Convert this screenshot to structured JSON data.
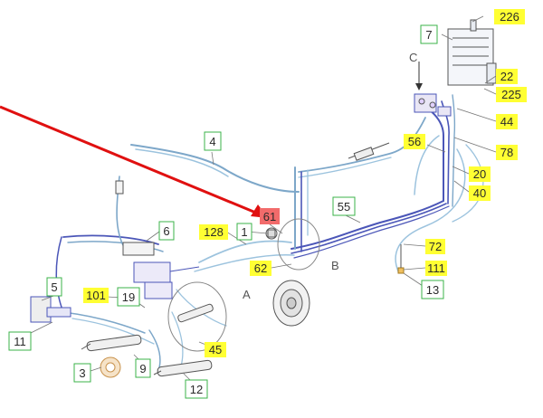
{
  "diagram": {
    "colors": {
      "callout_highlight": "#ffff33",
      "callout_selected": "#f26b6b",
      "callout_box_border": "#3bb34a",
      "callout_text": "#2a2a2a",
      "hose_line": "#7da7c9",
      "hose_blue": "#4b56b8",
      "pointer_arrow": "#e01010",
      "mech_line": "#555555",
      "label_gray": "#555555"
    },
    "callouts": {
      "c226": "226",
      "c7": "7",
      "c22": "22",
      "c225": "225",
      "c44": "44",
      "c78": "78",
      "c56": "56",
      "c20": "20",
      "c40": "40",
      "c4": "4",
      "c61": "61",
      "c55": "55",
      "c128": "128",
      "c1": "1",
      "c6": "6",
      "c62": "62",
      "c72": "72",
      "c111": "111",
      "c13": "13",
      "c5": "5",
      "c101": "101",
      "c19": "19",
      "c11": "11",
      "c45": "45",
      "c3": "3",
      "c9": "9",
      "c12": "12"
    },
    "view_labels": {
      "a": "A",
      "b": "B",
      "c": "C"
    }
  }
}
